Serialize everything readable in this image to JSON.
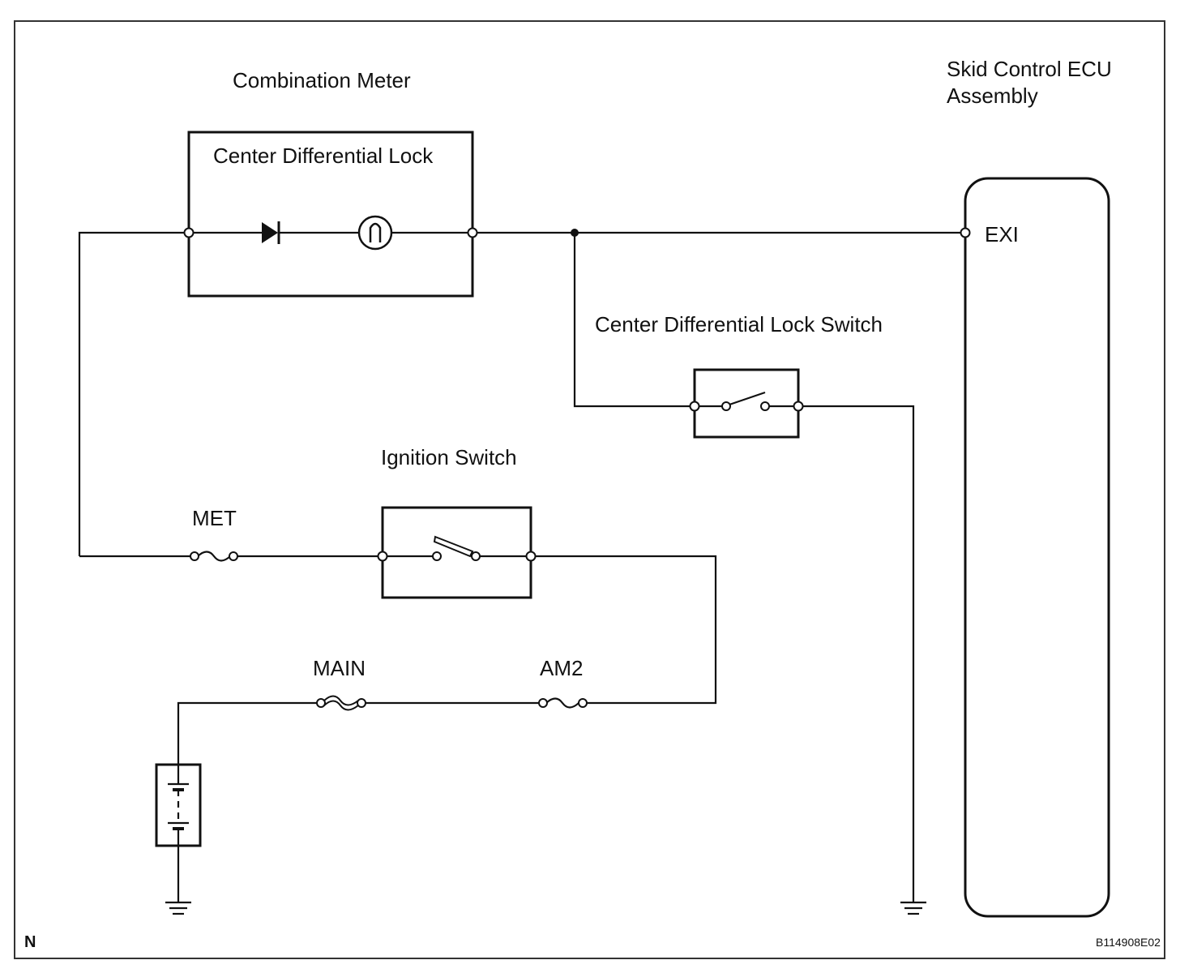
{
  "diagram": {
    "title_combination_meter": "Combination Meter",
    "title_skid_control_ecu": [
      "Skid Control ECU",
      "Assembly"
    ],
    "center_diff_lock_label": "Center Differential Lock",
    "center_diff_lock_switch_label": "Center Differential Lock Switch",
    "ignition_switch_label": "Ignition Switch",
    "fuse_met": "MET",
    "fuse_main": "MAIN",
    "fuse_am2": "AM2",
    "ecu_terminal_exi": "EXI",
    "corner_mark": "N",
    "figure_code": "B114908E02"
  }
}
